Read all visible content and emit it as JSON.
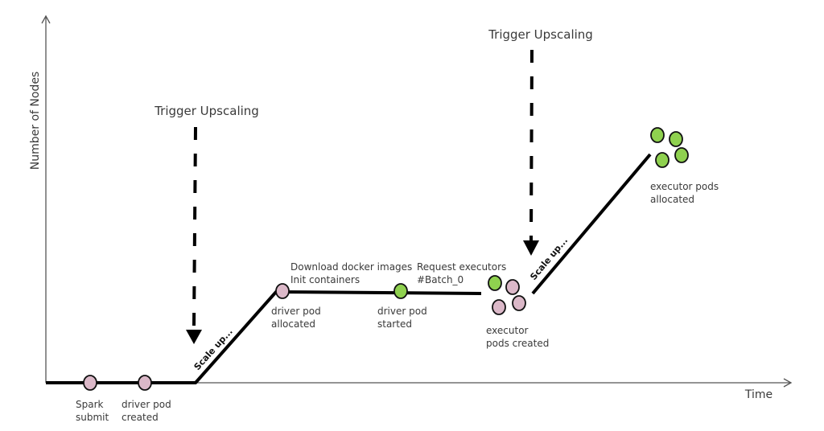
{
  "axes": {
    "y_label": "Number of Nodes",
    "x_label": "Time"
  },
  "colors": {
    "pending_pod": "#dbb8c8",
    "running_pod": "#8fd14f",
    "line": "#000000",
    "axis": "#555555"
  },
  "triggers": [
    {
      "label": "Trigger Upscaling"
    },
    {
      "label": "Trigger Upscaling"
    }
  ],
  "scale_labels": [
    "Scale up...",
    "Scale up..."
  ],
  "events": {
    "spark_submit": [
      "Spark",
      "submit"
    ],
    "driver_created": [
      "driver pod",
      "created"
    ],
    "driver_allocated": [
      "driver pod",
      "allocated"
    ],
    "download": [
      "Download docker images",
      "Init containers"
    ],
    "driver_started": [
      "driver pod",
      "started"
    ],
    "request_exec": [
      "Request executors",
      "#Batch_0"
    ],
    "executor_created": [
      "executor",
      "pods created"
    ],
    "executor_allocated": [
      "executor pods",
      "allocated"
    ]
  }
}
